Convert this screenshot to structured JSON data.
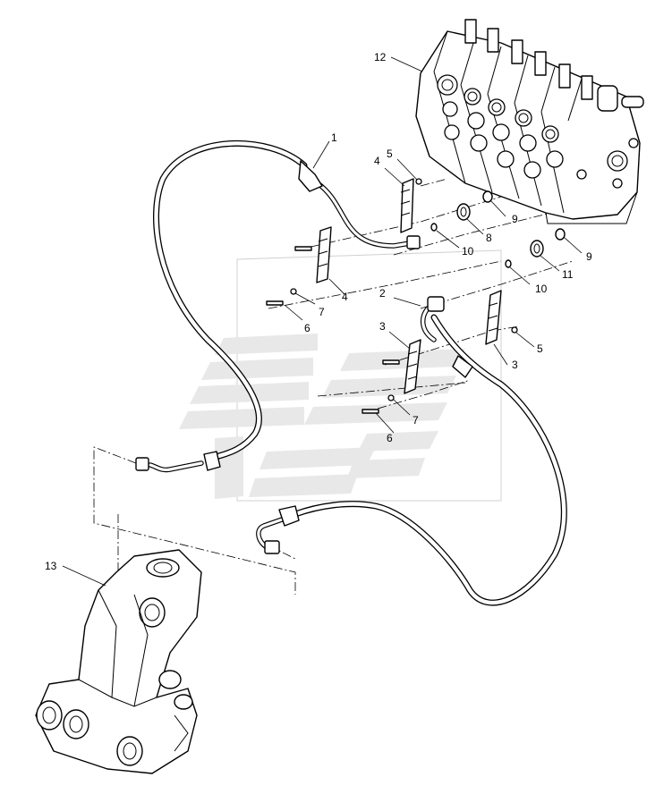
{
  "callouts": {
    "c1": "1",
    "c2": "2",
    "c3a": "3",
    "c3b": "3",
    "c4a": "4",
    "c4b": "4",
    "c5a": "5",
    "c5b": "5",
    "c6a": "6",
    "c6b": "6",
    "c7a": "7",
    "c7b": "7",
    "c8": "8",
    "c9a": "9",
    "c9b": "9",
    "c10a": "10",
    "c10b": "10",
    "c11": "11",
    "c12": "12",
    "c13": "13"
  }
}
